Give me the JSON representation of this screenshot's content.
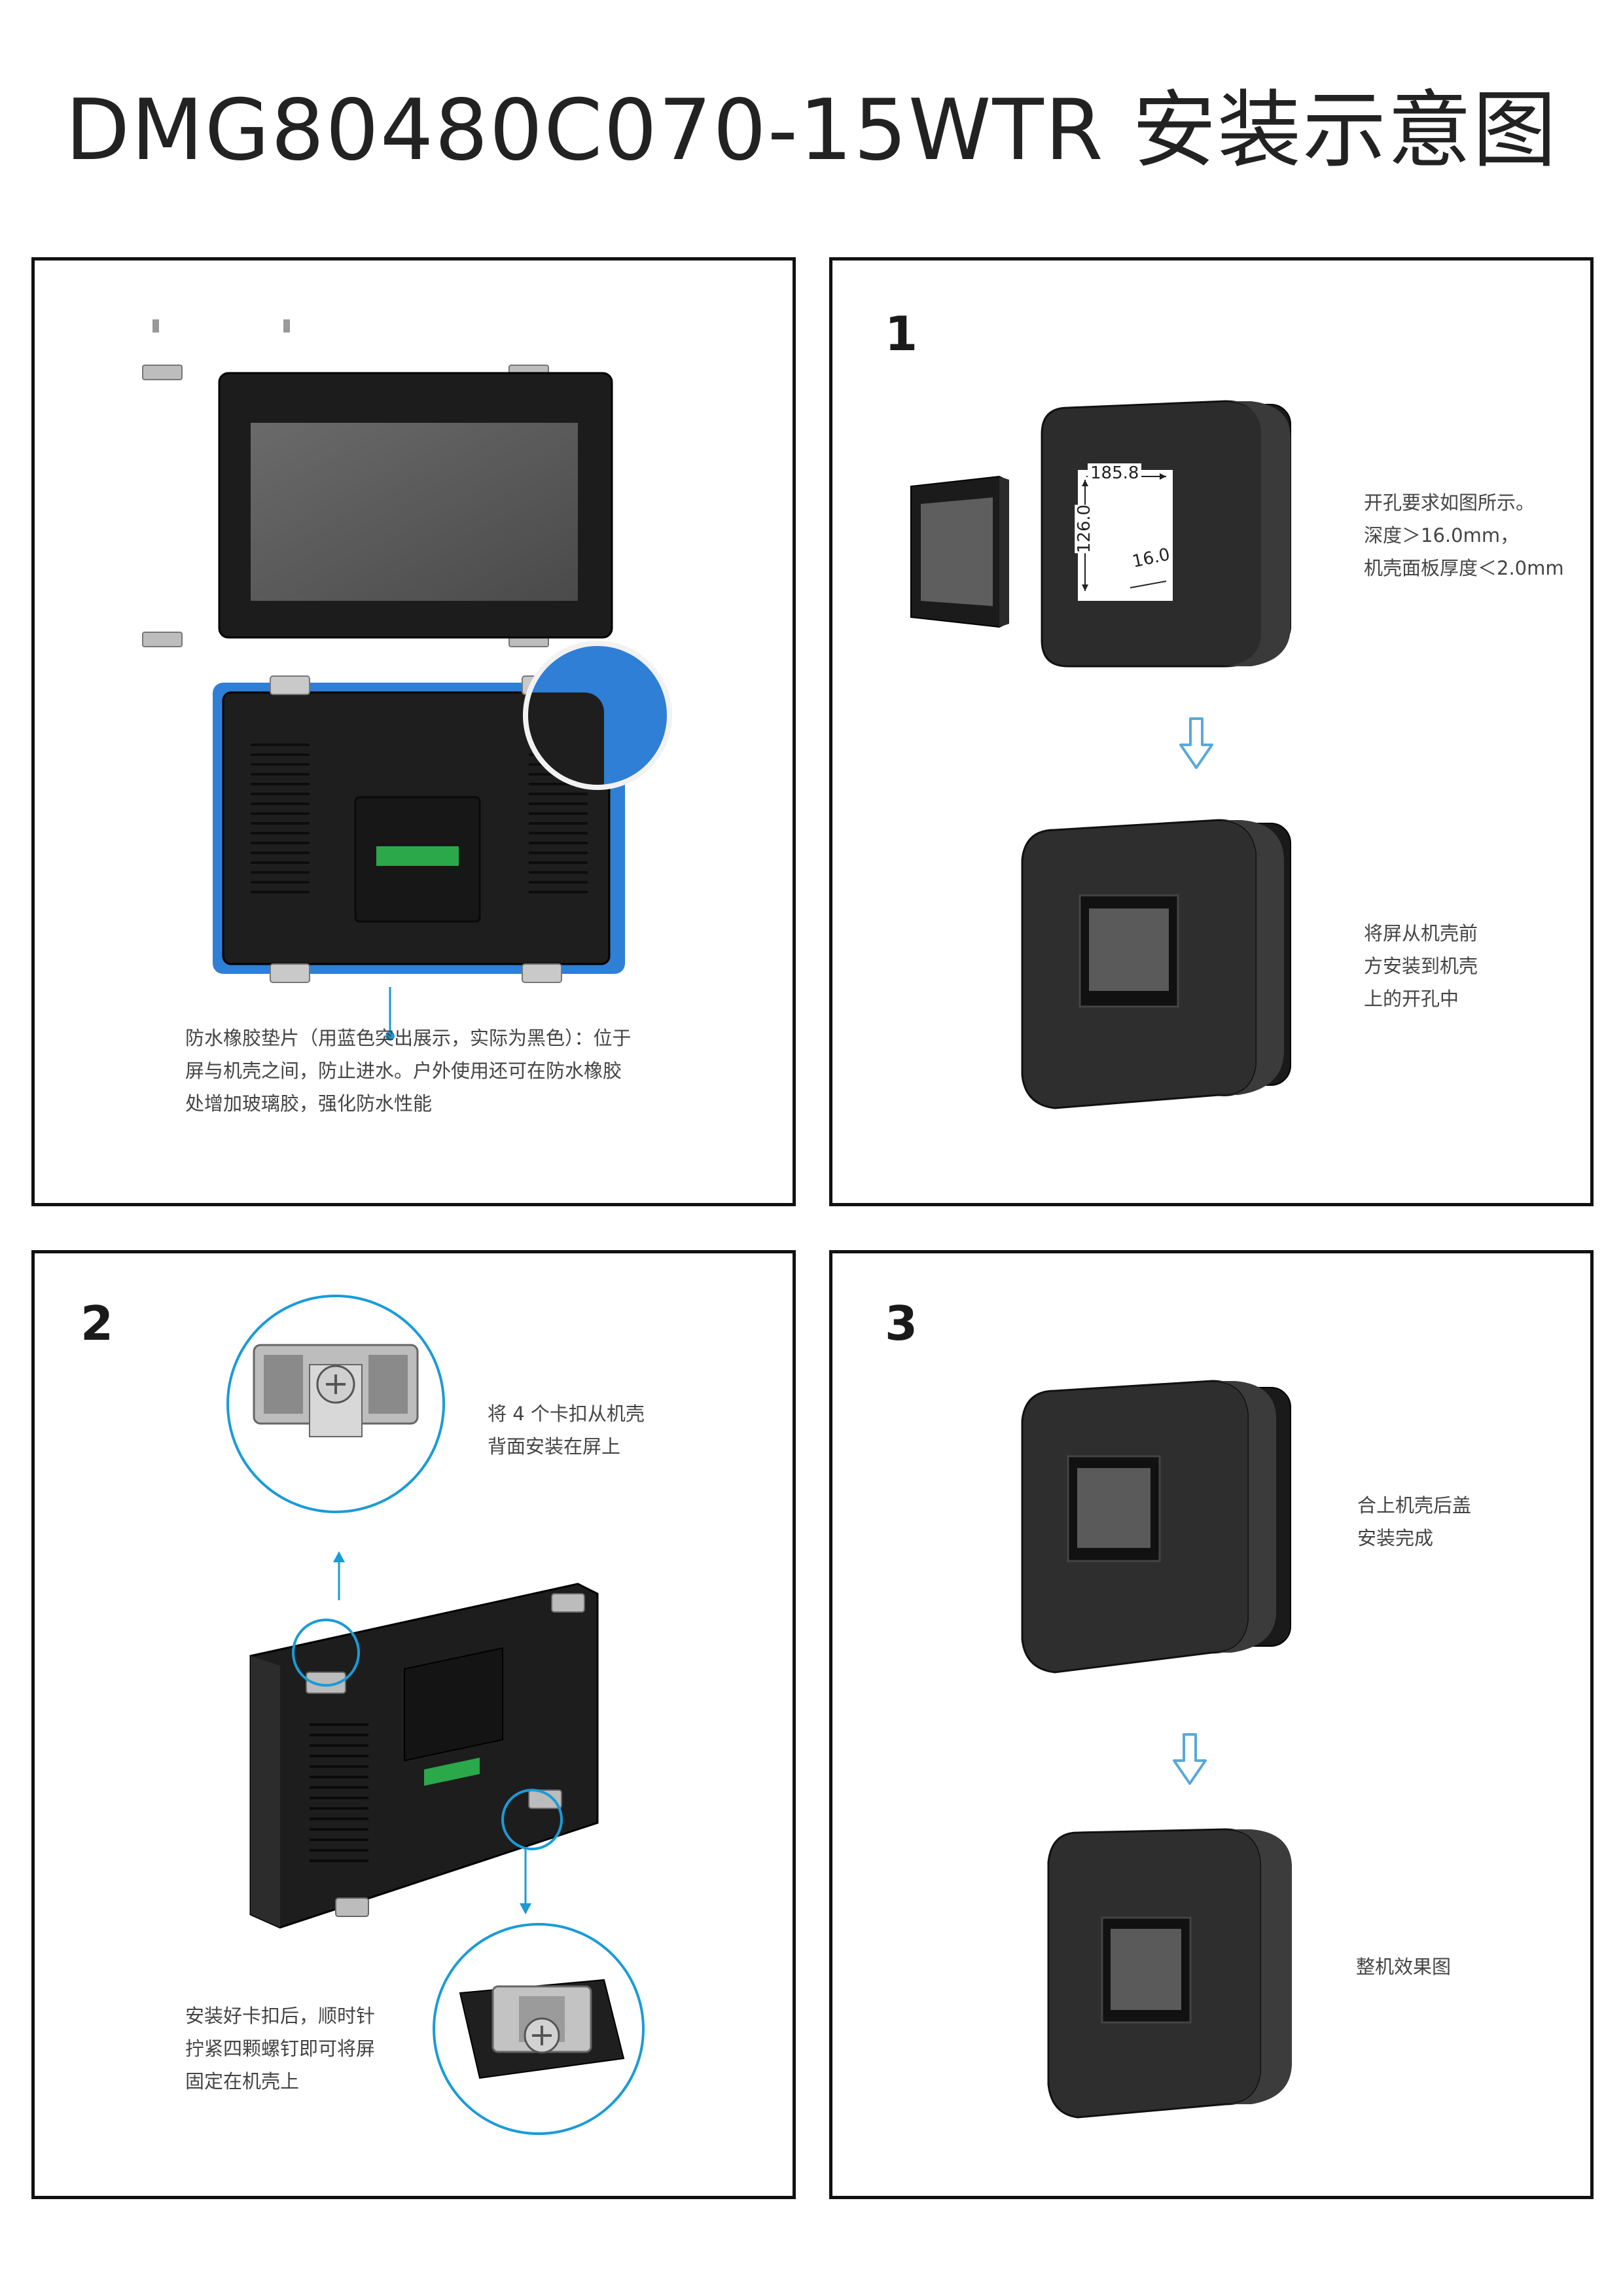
{
  "page": {
    "title": "DMG80480C070-15WTR 安装示意图"
  },
  "panel_gasket": {
    "notes": [
      "防水橡胶垫片（用蓝色突出展示，实际为黑色）：位于",
      "屏与机壳之间，防止进水。户外使用还可在防水橡胶",
      "处增加玻璃胶，强化防水性能"
    ]
  },
  "panel_step1": {
    "step": "1",
    "width_dim": "185.8",
    "height_dim": "126.0",
    "depth_dim": "16.0",
    "notes_cutout": [
      "开孔要求如图所示。",
      "深度＞16.0mm，",
      "机壳面板厚度＜2.0mm"
    ],
    "notes_mount": [
      "将屏从机壳前",
      "方安装到机壳",
      "上的开孔中"
    ]
  },
  "panel_step2": {
    "step": "2",
    "notes_clips": [
      "将 4 个卡扣从机壳",
      "背面安装在屏上"
    ],
    "notes_screws": [
      "安装好卡扣后，顺时针",
      "拧紧四颗螺钉即可将屏",
      "固定在机壳上"
    ]
  },
  "panel_step3": {
    "step": "3",
    "notes_cover": [
      "合上机壳后盖",
      "安装完成"
    ],
    "notes_final": [
      "整机效果图"
    ]
  },
  "colors": {
    "gasket_blue": "#2f7fd6",
    "accent_blue": "#1a9bd7",
    "device_black": "#1e1e1e",
    "case_gray": "#2c2c2c",
    "screen_gray": "#5a5a5a",
    "connector_green": "#2aa84a"
  },
  "icons": [
    "down-arrow-icon",
    "up-arrow-icon",
    "clip-icon",
    "screw-icon"
  ]
}
